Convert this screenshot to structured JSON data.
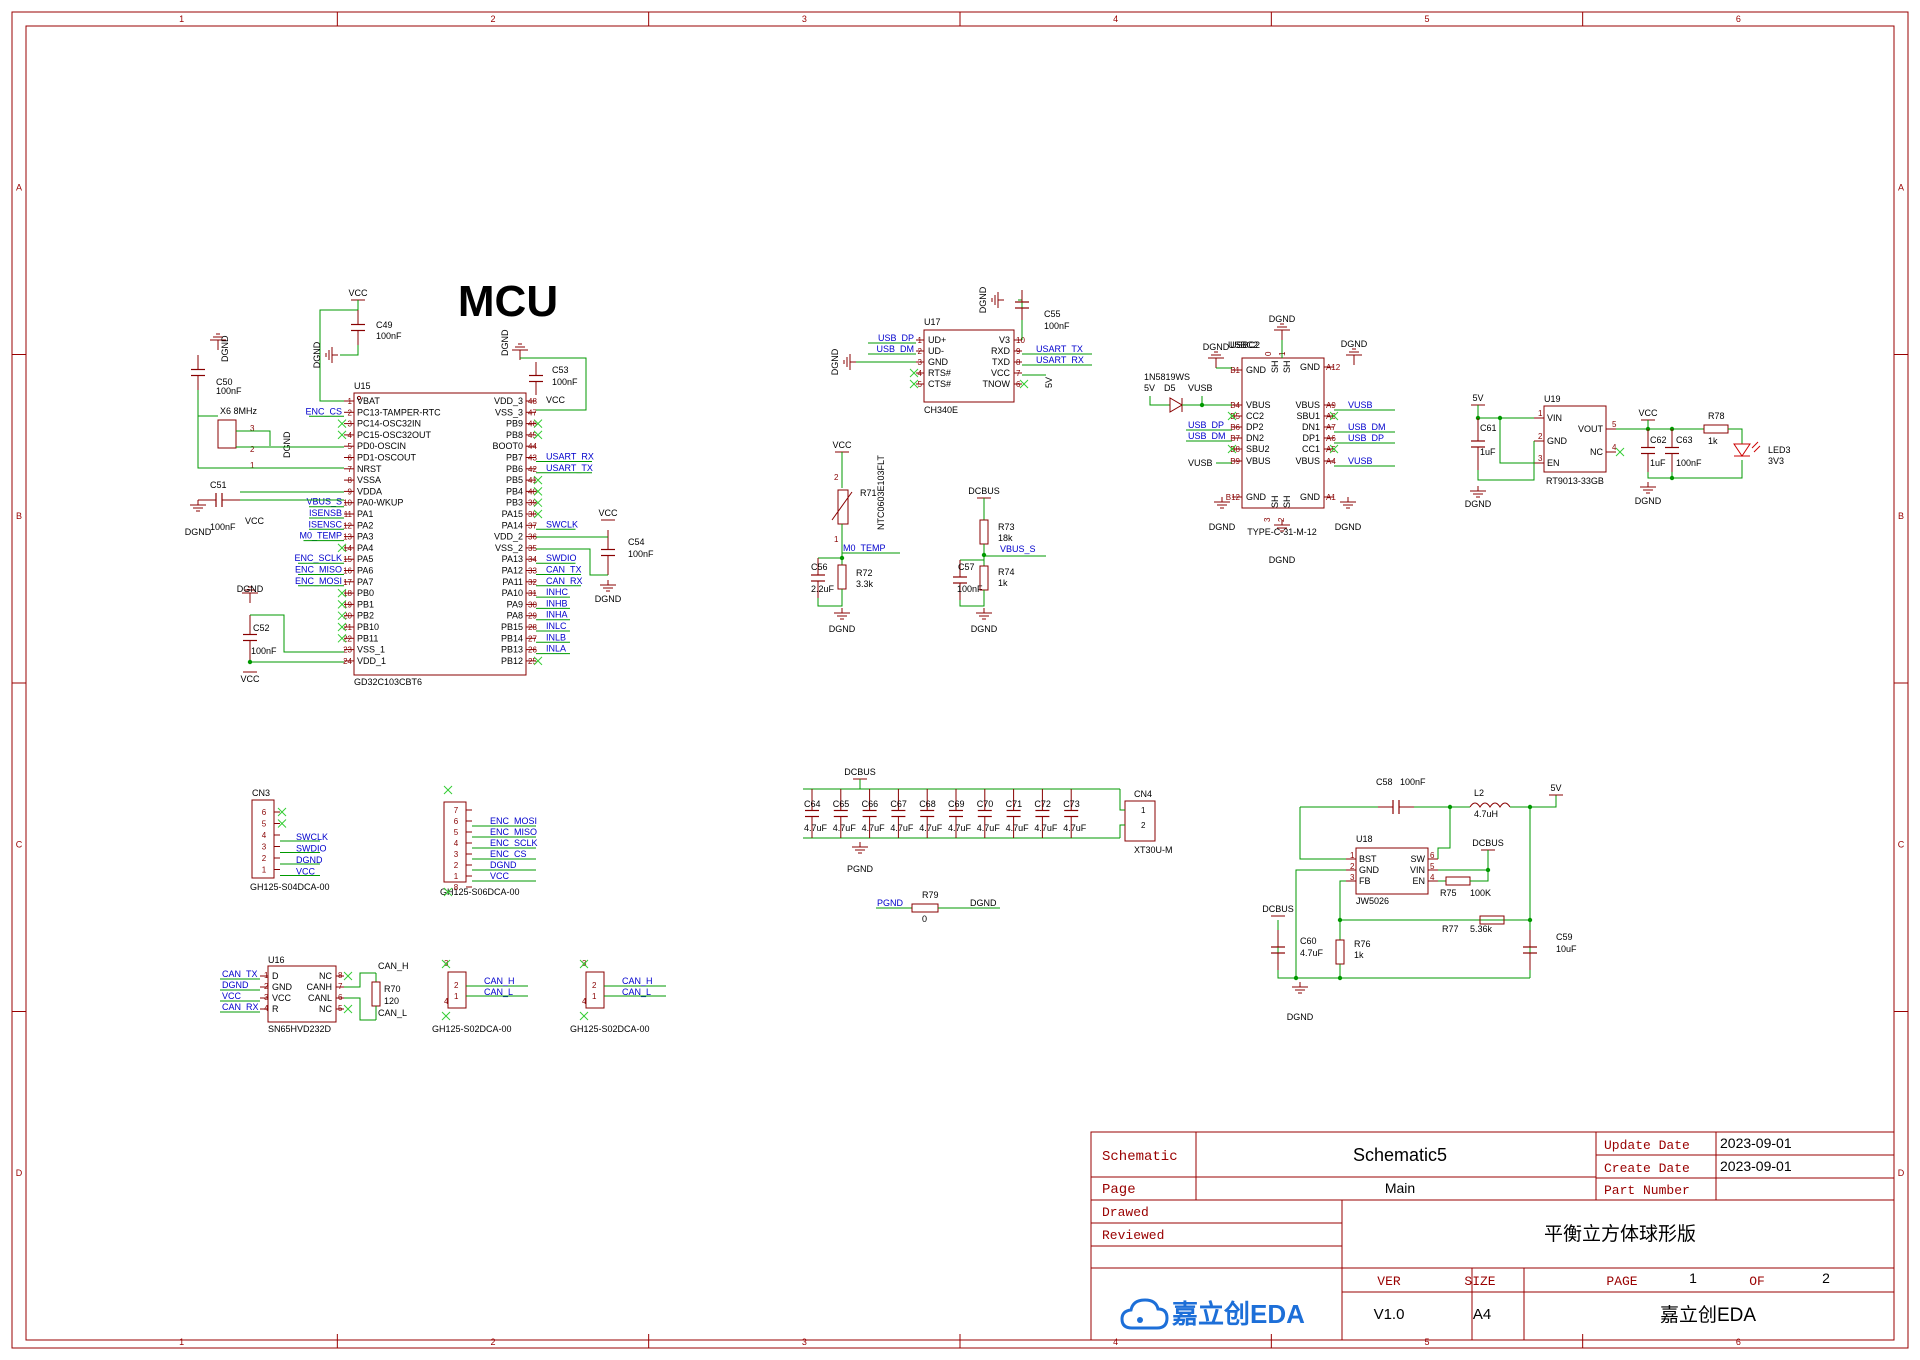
{
  "border": {
    "cols": [
      "1",
      "2",
      "3",
      "4",
      "5",
      "6"
    ],
    "rows": [
      "A",
      "B",
      "C",
      "D"
    ]
  },
  "mcu": {
    "heading": "MCU",
    "ref": "U15",
    "part": "GD32C103CBT6",
    "left_pins": [
      {
        "num": "1",
        "name": "VBAT",
        "net": ""
      },
      {
        "num": "2",
        "name": "PC13-TAMPER-RTC",
        "net": "ENC_CS"
      },
      {
        "num": "3",
        "name": "PC14-OSC32IN",
        "net": ""
      },
      {
        "num": "4",
        "name": "PC15-OSC32OUT",
        "net": ""
      },
      {
        "num": "5",
        "name": "PD0-OSCIN",
        "net": ""
      },
      {
        "num": "6",
        "name": "PD1-OSCOUT",
        "net": ""
      },
      {
        "num": "7",
        "name": "NRST",
        "net": ""
      },
      {
        "num": "8",
        "name": "VSSA",
        "net": ""
      },
      {
        "num": "9",
        "name": "VDDA",
        "net": ""
      },
      {
        "num": "10",
        "name": "PA0-WKUP",
        "net": "VBUS_S"
      },
      {
        "num": "11",
        "name": "PA1",
        "net": "ISENSB"
      },
      {
        "num": "12",
        "name": "PA2",
        "net": "ISENSC"
      },
      {
        "num": "13",
        "name": "PA3",
        "net": "M0_TEMP"
      },
      {
        "num": "14",
        "name": "PA4",
        "net": ""
      },
      {
        "num": "15",
        "name": "PA5",
        "net": "ENC_SCLK"
      },
      {
        "num": "16",
        "name": "PA6",
        "net": "ENC_MISO"
      },
      {
        "num": "17",
        "name": "PA7",
        "net": "ENC_MOSI"
      },
      {
        "num": "18",
        "name": "PB0",
        "net": ""
      },
      {
        "num": "19",
        "name": "PB1",
        "net": ""
      },
      {
        "num": "20",
        "name": "PB2",
        "net": ""
      },
      {
        "num": "21",
        "name": "PB10",
        "net": ""
      },
      {
        "num": "22",
        "name": "PB11",
        "net": ""
      },
      {
        "num": "23",
        "name": "VSS_1",
        "net": ""
      },
      {
        "num": "24",
        "name": "VDD_1",
        "net": ""
      }
    ],
    "right_pins": [
      {
        "num": "48",
        "name": "VDD_3",
        "net": ""
      },
      {
        "num": "47",
        "name": "VSS_3",
        "net": ""
      },
      {
        "num": "46",
        "name": "PB9",
        "net": ""
      },
      {
        "num": "45",
        "name": "PB8",
        "net": ""
      },
      {
        "num": "44",
        "name": "BOOT0",
        "net": ""
      },
      {
        "num": "43",
        "name": "PB7",
        "net": "USART_RX"
      },
      {
        "num": "42",
        "name": "PB6",
        "net": "USART_TX"
      },
      {
        "num": "41",
        "name": "PB5",
        "net": ""
      },
      {
        "num": "40",
        "name": "PB4",
        "net": ""
      },
      {
        "num": "39",
        "name": "PB3",
        "net": ""
      },
      {
        "num": "38",
        "name": "PA15",
        "net": ""
      },
      {
        "num": "37",
        "name": "PA14",
        "net": "SWCLK"
      },
      {
        "num": "36",
        "name": "VDD_2",
        "net": ""
      },
      {
        "num": "35",
        "name": "VSS_2",
        "net": ""
      },
      {
        "num": "34",
        "name": "PA13",
        "net": "SWDIO"
      },
      {
        "num": "33",
        "name": "PA12",
        "net": "CAN_TX"
      },
      {
        "num": "32",
        "name": "PA11",
        "net": "CAN_RX"
      },
      {
        "num": "31",
        "name": "PA10",
        "net": "INHC"
      },
      {
        "num": "30",
        "name": "PA9",
        "net": "INHB"
      },
      {
        "num": "29",
        "name": "PA8",
        "net": "INHA"
      },
      {
        "num": "28",
        "name": "PB15",
        "net": "INLC"
      },
      {
        "num": "27",
        "name": "PB14",
        "net": "INLB"
      },
      {
        "num": "26",
        "name": "PB13",
        "net": "INLA"
      },
      {
        "num": "25",
        "name": "PB12",
        "net": ""
      }
    ],
    "c49": {
      "ref": "C49",
      "val": "100nF"
    },
    "c50": {
      "ref": "C50",
      "val": "100nF"
    },
    "c51": {
      "ref": "C51",
      "val": "100nF"
    },
    "c52": {
      "ref": "C52",
      "val": "100nF"
    },
    "c53": {
      "ref": "C53",
      "val": "100nF"
    },
    "c54": {
      "ref": "C54",
      "val": "100nF"
    },
    "x6": {
      "label": "X6 8MHz",
      "pin3": "3",
      "pin2": "2",
      "pin1": "1"
    },
    "vcc": "VCC",
    "dgnd": "DGND"
  },
  "ch340": {
    "ref": "U17",
    "part": "CH340E",
    "left_pins": [
      {
        "num": "1",
        "name": "UD+",
        "net": "USB_DP"
      },
      {
        "num": "2",
        "name": "UD-",
        "net": "USB_DM"
      },
      {
        "num": "3",
        "name": "GND",
        "net": ""
      },
      {
        "num": "4",
        "name": "RTS#",
        "net": ""
      },
      {
        "num": "5",
        "name": "CTS#",
        "net": ""
      }
    ],
    "right_pins": [
      {
        "num": "10",
        "name": "V3",
        "net": ""
      },
      {
        "num": "9",
        "name": "RXD",
        "net": "USART_TX"
      },
      {
        "num": "8",
        "name": "TXD",
        "net": "USART_RX"
      },
      {
        "num": "7",
        "name": "VCC",
        "net": "5V"
      },
      {
        "num": "6",
        "name": "TNOW",
        "net": ""
      }
    ],
    "c55": {
      "ref": "C55",
      "val": "100nF"
    },
    "dgnd": "DGND"
  },
  "usbc": {
    "ref": "USBC2",
    "part": "TYPE-C-31-M-12",
    "left": [
      {
        "num": "B1",
        "name": "GND"
      },
      {
        "num": "B4",
        "name": "VBUS"
      },
      {
        "num": "B5",
        "name": "CC2"
      },
      {
        "num": "B6",
        "name": "DP2"
      },
      {
        "num": "B7",
        "name": "DN2"
      },
      {
        "num": "B8",
        "name": "SBU2"
      },
      {
        "num": "B9",
        "name": "VBUS"
      },
      {
        "num": "B12",
        "name": "GND"
      }
    ],
    "right": [
      {
        "num": "A12",
        "name": "GND"
      },
      {
        "num": "A9",
        "name": "VBUS"
      },
      {
        "num": "A8",
        "name": "SBU1"
      },
      {
        "num": "A7",
        "name": "DN1"
      },
      {
        "num": "A6",
        "name": "DP1"
      },
      {
        "num": "A5",
        "name": "CC1"
      },
      {
        "num": "A4",
        "name": "VBUS"
      },
      {
        "num": "A1",
        "name": "GND"
      }
    ],
    "shield_top": [
      "SH",
      "SH"
    ],
    "shield_bot": [
      "SH",
      "SH"
    ],
    "nets": {
      "vusb": "VUSB",
      "usb_dp": "USB_DP",
      "usb_dm": "USB_DM",
      "dgnd": "DGND",
      "five_v": "5V"
    },
    "diode": {
      "part": "1N5819WS",
      "ref": "D5"
    },
    "pin_top": [
      "0",
      "1"
    ],
    "pin_bot": [
      "3",
      "2"
    ]
  },
  "ntc": {
    "part": "NTC0603E103FLT",
    "ref": "R71",
    "r72": {
      "ref": "R72",
      "val": "3.3k"
    },
    "c56": {
      "ref": "C56",
      "val": "2.2uF"
    },
    "net": "M0_TEMP",
    "vcc": "VCC",
    "dgnd": "DGND",
    "p2": "2",
    "p1": "1"
  },
  "divider": {
    "dcbus": "DCBUS",
    "net": "VBUS_S",
    "dgnd": "DGND",
    "r73": {
      "ref": "R73",
      "val": "18k"
    },
    "r74": {
      "ref": "R74",
      "val": "1k"
    },
    "c57": {
      "ref": "C57",
      "val": "100nF"
    }
  },
  "ldo": {
    "ref": "U19",
    "part": "RT9013-33GB",
    "pins": [
      {
        "num": "1",
        "name": "VIN"
      },
      {
        "num": "2",
        "name": "GND"
      },
      {
        "num": "3",
        "name": "EN"
      },
      {
        "num": "5",
        "name": "VOUT"
      },
      {
        "num": "4",
        "name": "NC"
      }
    ],
    "c61": {
      "ref": "C61",
      "val": "1uF"
    },
    "c62": {
      "ref": "C62",
      "val": "1uF"
    },
    "c63": {
      "ref": "C63",
      "val": "100nF"
    },
    "r78": {
      "ref": "R78",
      "val": "1k"
    },
    "led": {
      "ref": "LED3",
      "val": "3V3"
    },
    "five_v": "5V",
    "vcc": "VCC",
    "dgnd": "DGND"
  },
  "bulk": {
    "dcbus": "DCBUS",
    "pgnd": "PGND",
    "caps": [
      {
        "ref": "C64",
        "val": "4.7uF"
      },
      {
        "ref": "C65",
        "val": "4.7uF"
      },
      {
        "ref": "C66",
        "val": "4.7uF"
      },
      {
        "ref": "C67",
        "val": "4.7uF"
      },
      {
        "ref": "C68",
        "val": "4.7uF"
      },
      {
        "ref": "C69",
        "val": "4.7uF"
      },
      {
        "ref": "C70",
        "val": "4.7uF"
      },
      {
        "ref": "C71",
        "val": "4.7uF"
      },
      {
        "ref": "C72",
        "val": "4.7uF"
      },
      {
        "ref": "C73",
        "val": "4.7uF"
      }
    ],
    "cn4": {
      "ref": "CN4",
      "part": "XT30U-M",
      "p1": "1",
      "p2": "2"
    },
    "r79": {
      "ref": "R79",
      "val": "0",
      "left": "PGND",
      "right": "DGND"
    }
  },
  "buck": {
    "ref": "U18",
    "part": "JW5026",
    "pins": [
      {
        "num": "1",
        "name": "BST"
      },
      {
        "num": "2",
        "name": "GND"
      },
      {
        "num": "3",
        "name": "FB"
      },
      {
        "num": "6",
        "name": "SW"
      },
      {
        "num": "5",
        "name": "VIN"
      },
      {
        "num": "4",
        "name": "EN"
      }
    ],
    "c58": {
      "ref": "C58",
      "val": "100nF"
    },
    "l2": {
      "ref": "L2",
      "val": "4.7uH"
    },
    "r75": {
      "ref": "R75",
      "val": "100K"
    },
    "r76": {
      "ref": "R76",
      "val": "1k"
    },
    "r77": {
      "ref": "R77",
      "val": "5.36k"
    },
    "c59": {
      "ref": "C59",
      "val": "10uF"
    },
    "c60": {
      "ref": "C60",
      "val": "4.7uF"
    },
    "five_v": "5V",
    "dcbus": "DCBUS",
    "dgnd": "DGND"
  },
  "cn3": {
    "ref": "CN3",
    "part": "GH125-S04DCA-00",
    "pins": [
      {
        "num": "6",
        "net": ""
      },
      {
        "num": "5",
        "net": ""
      },
      {
        "num": "4",
        "net": "SWCLK"
      },
      {
        "num": "3",
        "net": "SWDIO"
      },
      {
        "num": "2",
        "net": "DGND"
      },
      {
        "num": "1",
        "net": "VCC"
      }
    ]
  },
  "cn6": {
    "part": "GH125-S06DCA-00",
    "pins": [
      {
        "num": "7",
        "net": ""
      },
      {
        "num": "6",
        "net": "ENC_MOSI"
      },
      {
        "num": "5",
        "net": "ENC_MISO"
      },
      {
        "num": "4",
        "net": "ENC_SCLK"
      },
      {
        "num": "3",
        "net": "ENC_CS"
      },
      {
        "num": "2",
        "net": "DGND"
      },
      {
        "num": "1",
        "net": "VCC"
      },
      {
        "num": "8",
        "net": ""
      }
    ]
  },
  "can": {
    "ref": "U16",
    "part": "SN65HVD232D",
    "left": [
      {
        "num": "1",
        "name": "D",
        "net": "CAN_TX"
      },
      {
        "num": "2",
        "name": "GND",
        "net": "DGND"
      },
      {
        "num": "3",
        "name": "VCC",
        "net": "VCC"
      },
      {
        "num": "4",
        "name": "R",
        "net": "CAN_RX"
      }
    ],
    "right": [
      {
        "num": "8",
        "name": "NC"
      },
      {
        "num": "7",
        "name": "CANH"
      },
      {
        "num": "6",
        "name": "CANL"
      },
      {
        "num": "5",
        "name": "NC"
      }
    ],
    "r70": {
      "ref": "R70",
      "val": "120"
    },
    "canh": "CAN_H",
    "canl": "CAN_L"
  },
  "conn_can": [
    {
      "part": "GH125-S02DCA-00",
      "pins": [
        "3",
        "2",
        "1",
        "4"
      ],
      "nets": [
        "CAN_H",
        "CAN_L"
      ]
    },
    {
      "part": "GH125-S02DCA-00",
      "pins": [
        "3",
        "2",
        "1",
        "4"
      ],
      "nets": [
        "CAN_H",
        "CAN_L"
      ]
    }
  ],
  "title_block": {
    "schematic_label": "Schematic",
    "schematic_value": "Schematic5",
    "page_label": "Page",
    "page_value": "Main",
    "update_label": "Update Date",
    "update_value": "2023-09-01",
    "create_label": "Create Date",
    "create_value": "2023-09-01",
    "partnum_label": "Part Number",
    "drawed_label": "Drawed",
    "reviewed_label": "Reviewed",
    "project_title": "平衡立方体球形版",
    "ver_label": "VER",
    "ver_value": "V1.0",
    "size_label": "SIZE",
    "size_value": "A4",
    "pagenum_label": "PAGE",
    "pagenum_value": "1",
    "of_label": "OF",
    "of_value": "2",
    "company": "嘉立创EDA",
    "logo_text": "嘉立创EDA"
  },
  "colors": {
    "border": "#990000",
    "wire": "#009900",
    "part": "#880000",
    "net": "#0000cc",
    "text": "#000000",
    "ncmark": "#33cc33"
  }
}
